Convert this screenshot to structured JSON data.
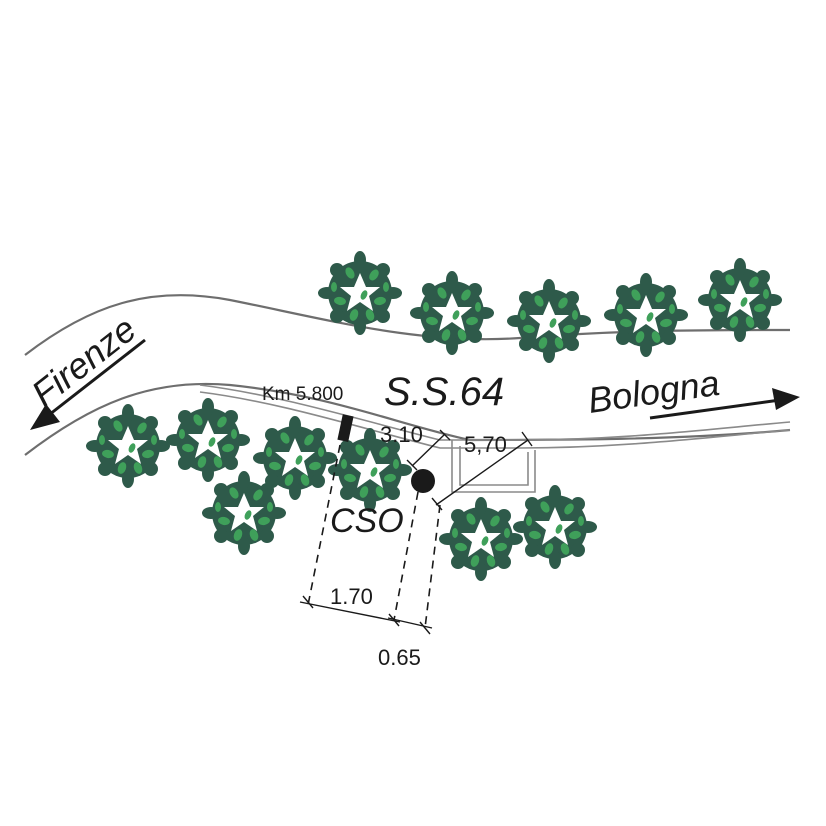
{
  "labels": {
    "firenze": "Firenze",
    "bologna": "Bologna",
    "road_name": "S.S.64",
    "km_marker": "Km 5.800",
    "station": "CSO"
  },
  "dimensions": {
    "d_310": "3.10",
    "d_570": "5,70",
    "d_170": "1.70",
    "d_065": "0.65"
  },
  "colors": {
    "tree_dark": "#2e5a4a",
    "tree_green": "#3fa05a",
    "ink": "#1a1a1a",
    "road_line": "#6e6e6e"
  }
}
